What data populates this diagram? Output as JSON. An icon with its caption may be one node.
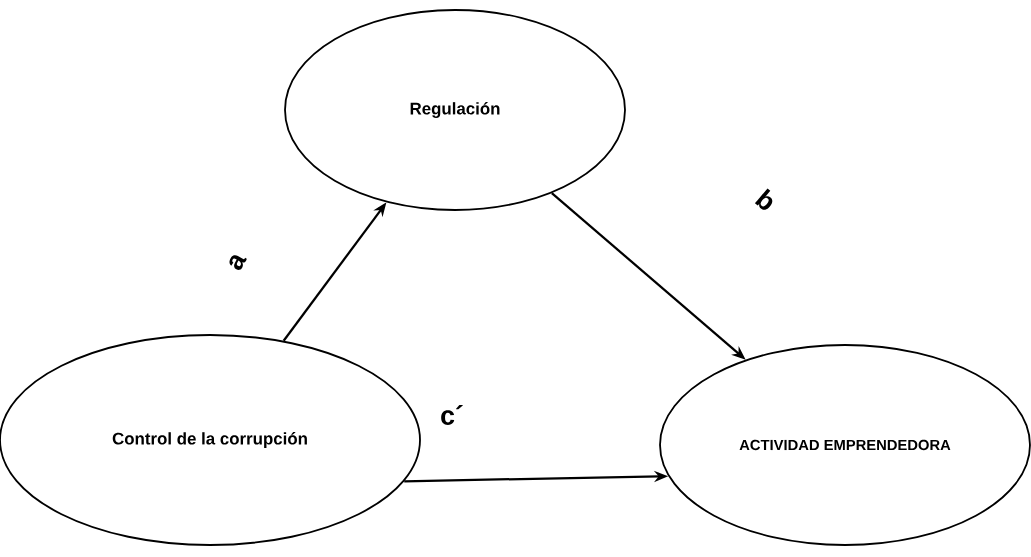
{
  "diagram": {
    "nodes": [
      {
        "text": [
          "Regulación"
        ]
      },
      {
        "text": [
          "Control de la corrupción"
        ]
      },
      {
        "text": [
          "ACTIVIDAD EMPRENDEDORA"
        ]
      }
    ],
    "edges": [
      {
        "from": 1,
        "to": 0,
        "arrow": "to",
        "label": "a"
      },
      {
        "from": 0,
        "to": 2,
        "arrow": "to",
        "label": "b"
      },
      {
        "from": 1,
        "to": 2,
        "arrow": "to",
        "label": "c´"
      }
    ]
  }
}
